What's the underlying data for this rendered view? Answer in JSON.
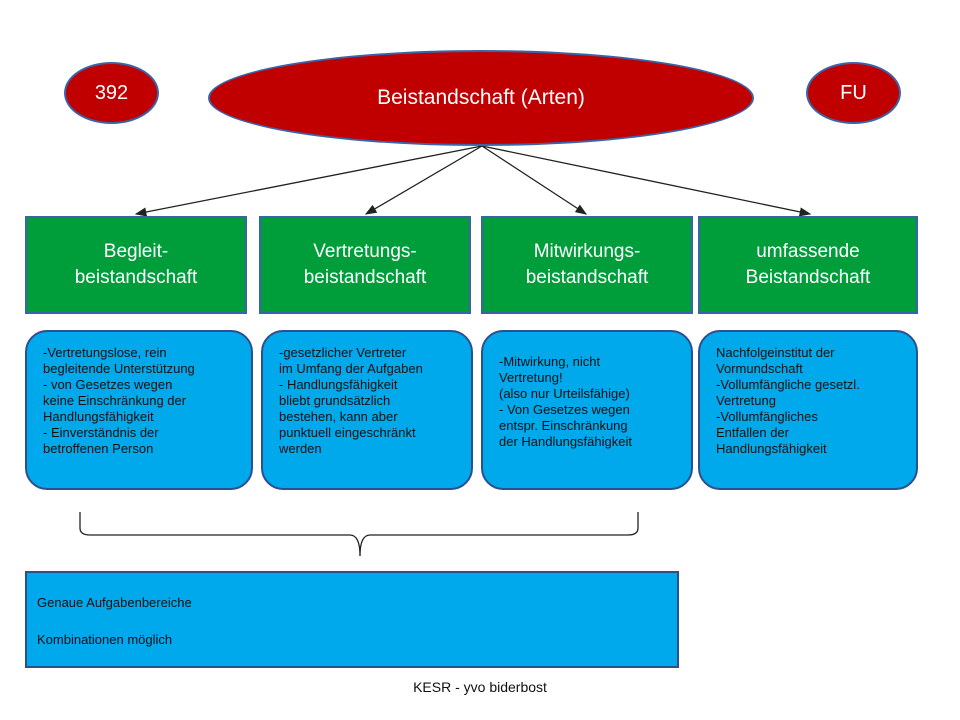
{
  "title": "Beistandschaft (Arten)",
  "badges": {
    "left": "392",
    "right": "FU"
  },
  "types": [
    {
      "label_lines": [
        "Begleit-",
        "beistandschaft"
      ]
    },
    {
      "label_lines": [
        "Vertretungs-",
        "beistandschaft"
      ]
    },
    {
      "label_lines": [
        "Mitwirkungs-",
        "beistandschaft"
      ]
    },
    {
      "label_lines": [
        "umfassende",
        "Beistandschaft"
      ]
    }
  ],
  "descriptions": [
    {
      "lines": [
        "-Vertretungslose, rein",
        "begleitende Unterstützung",
        "- von Gesetzes wegen",
        "keine Einschränkung der",
        "Handlungsfähigkeit",
        "- Einverständnis der",
        "betroffenen Person"
      ]
    },
    {
      "lines": [
        "-gesetzlicher Vertreter",
        "im Umfang der Aufgaben",
        "- Handlungsfähigkeit",
        "bliebt grundsätzlich",
        "bestehen, kann aber",
        "punktuell eingeschränkt",
        "werden"
      ]
    },
    {
      "lines": [
        "-Mitwirkung, nicht",
        "Vertretung!",
        "(also nur Urteilsfähige)",
        "- Von Gesetzes wegen",
        "entspr. Einschränkung",
        "der Handlungsfähigkeit"
      ]
    },
    {
      "lines": [
        "Nachfolgeinstitut der",
        "Vormundschaft",
        "-Vollumfängliche gesetzl.",
        "Vertretung",
        "-Vollumfängliches",
        "Entfallen der",
        "Handlungsfähigkeit"
      ]
    }
  ],
  "notes": [
    "Genaue Aufgabenbereiche",
    "Kombinationen möglich"
  ],
  "footer": "KESR - yvo biderbost",
  "colors": {
    "ellipse": "#c00000",
    "type_box": "#009e3a",
    "desc_box": "#00a8ec",
    "outline": "#3a64a8"
  }
}
